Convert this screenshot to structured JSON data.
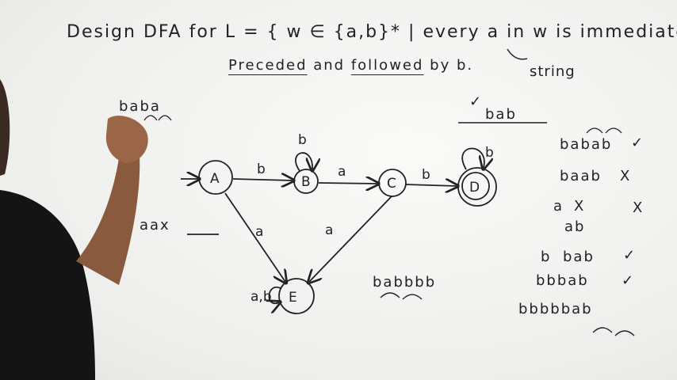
{
  "heading": {
    "line1": "Design DFA for L = { w ∈ {a,b}* | every a in w is immediately",
    "line2_part1": "Preceded",
    "line2_part2": " and ",
    "line2_part3": "followed",
    "line2_part4": " by b.",
    "annotation": "string"
  },
  "dfa": {
    "states": [
      "A",
      "B",
      "C",
      "D",
      "E"
    ],
    "transitions": {
      "a_to_b": "b",
      "b_loop": "b",
      "b_to_c": "a",
      "c_to_d": "b",
      "d_loop": "b",
      "a_to_e": "a",
      "c_to_e": "a",
      "e_loop": "a,b"
    }
  },
  "examples": {
    "top_left": "baba",
    "left_mid": "aax",
    "top_right": "bab",
    "r1": "babab",
    "r2": "baab",
    "r3": "a",
    "r4": "ab",
    "r5": "bbab",
    "r6": "bbbab",
    "r7": "bbbbbab",
    "center": "babbbb",
    "check": "✓",
    "cross": "X"
  }
}
